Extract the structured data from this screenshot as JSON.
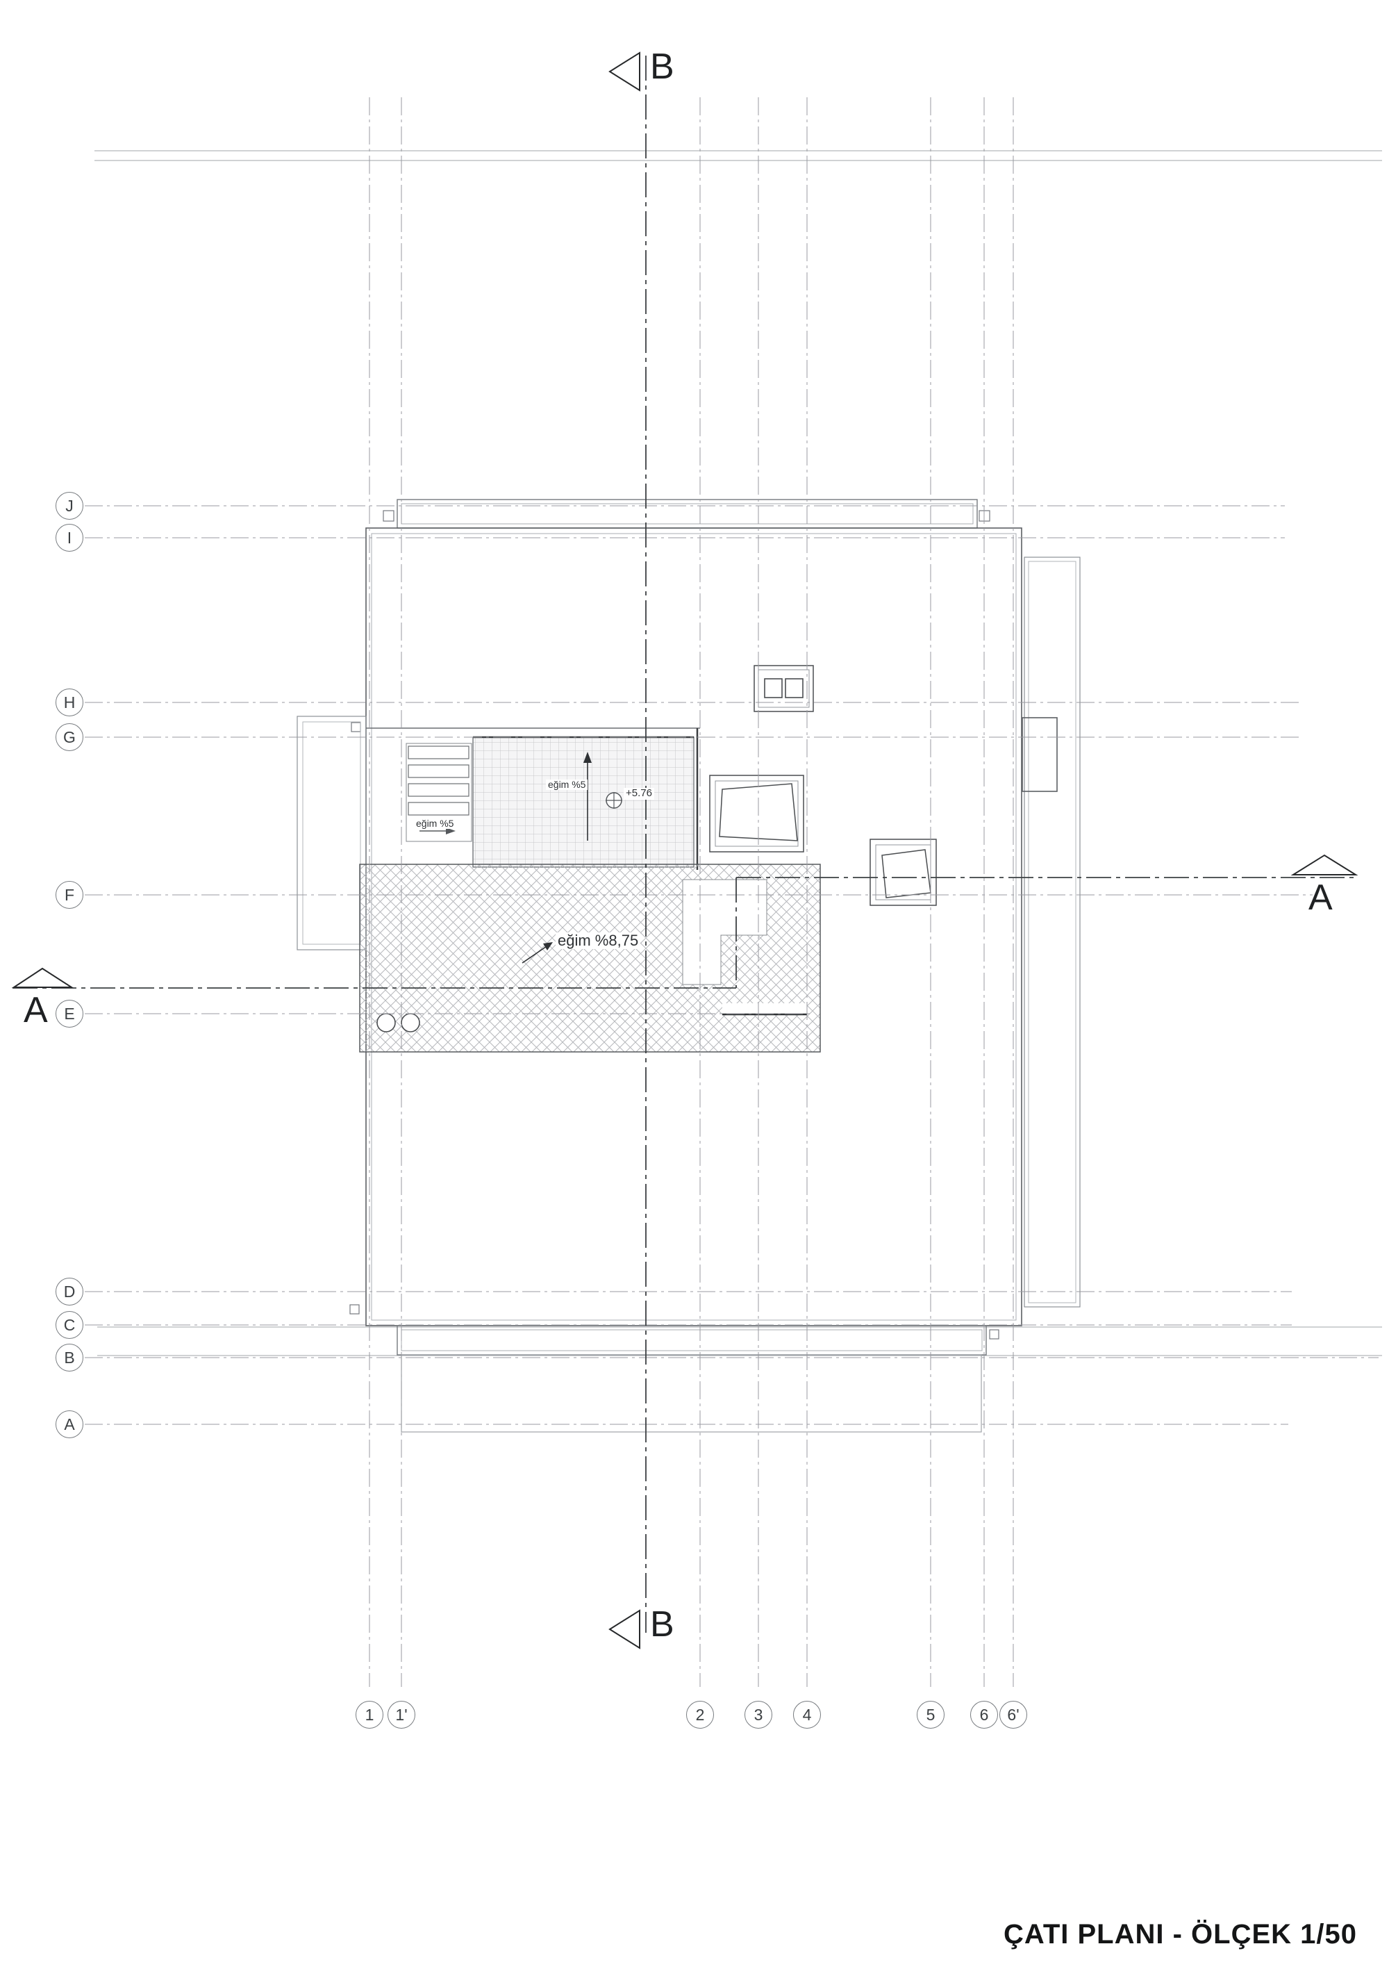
{
  "title": "ÇATI PLANI  -  ÖLÇEK 1/50",
  "section_markers": {
    "b_top": "B",
    "b_bottom": "B",
    "a_left": "A",
    "a_right": "A"
  },
  "grid": {
    "rows": [
      {
        "label": "J"
      },
      {
        "label": "I"
      },
      {
        "label": "H"
      },
      {
        "label": "G"
      },
      {
        "label": "F"
      },
      {
        "label": "E"
      },
      {
        "label": "D"
      },
      {
        "label": "C"
      },
      {
        "label": "B"
      },
      {
        "label": "A"
      }
    ],
    "cols": [
      {
        "label": "1"
      },
      {
        "label": "1'"
      },
      {
        "label": "2"
      },
      {
        "label": "3"
      },
      {
        "label": "4"
      },
      {
        "label": "5"
      },
      {
        "label": "6"
      },
      {
        "label": "6'"
      }
    ]
  },
  "annotations": {
    "slope_left": "eğim %5",
    "slope_mid": "eğim %5",
    "elevation": "+5.76",
    "slope_main": "eğim %8,75"
  },
  "colors": {
    "grid_line": "#999aa0",
    "outline_light": "#a0a4aa",
    "outline_dark": "#4a4d50",
    "hatch_line": "#b6b8bc"
  }
}
